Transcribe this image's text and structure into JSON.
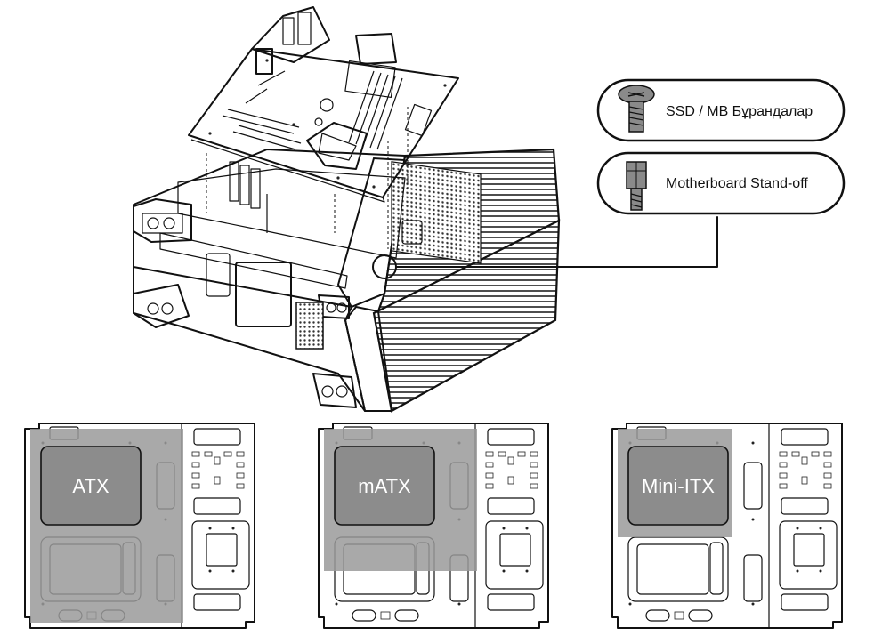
{
  "legend": {
    "screw_label": "SSD / MB Бұрандалар",
    "standoff_label": "Motherboard Stand-off"
  },
  "form_factors": [
    {
      "id": "atx",
      "label": "ATX"
    },
    {
      "id": "matx",
      "label": "mATX"
    },
    {
      "id": "mini-itx",
      "label": "Mini-ITX"
    }
  ],
  "colors": {
    "ink": "#111111",
    "shade": "#9a9a9a",
    "shade_opacity": "0.85",
    "paper": "#ffffff"
  }
}
